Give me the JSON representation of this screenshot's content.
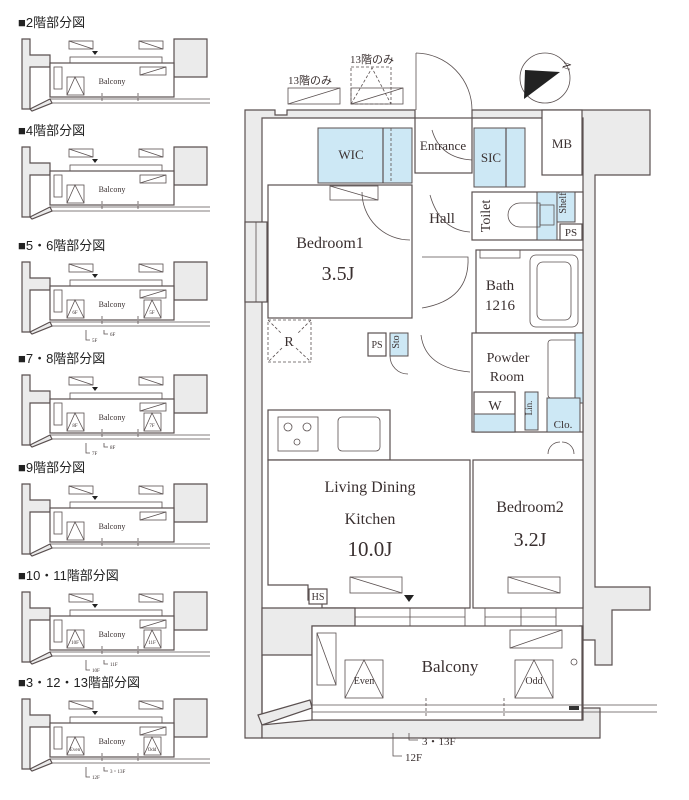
{
  "mini_plans": [
    {
      "title": "■2階部分図",
      "balcony": "Balcony",
      "hatch_left": "",
      "hatch_right": "",
      "callout_a": "",
      "callout_b": ""
    },
    {
      "title": "■4階部分図",
      "balcony": "Balcony",
      "hatch_left": "",
      "hatch_right": "",
      "callout_a": "",
      "callout_b": ""
    },
    {
      "title": "■5・6階部分図",
      "balcony": "Balcony",
      "hatch_left": "6F",
      "hatch_right": "5F",
      "callout_a": "6F",
      "callout_b": "5F"
    },
    {
      "title": "■7・8階部分図",
      "balcony": "Balcony",
      "hatch_left": "8F",
      "hatch_right": "7F",
      "callout_a": "8F",
      "callout_b": "7F"
    },
    {
      "title": "■9階部分図",
      "balcony": "Balcony",
      "hatch_left": "",
      "hatch_right": "",
      "callout_a": "",
      "callout_b": ""
    },
    {
      "title": "■10・11階部分図",
      "balcony": "Balcony",
      "hatch_left": "10F",
      "hatch_right": "11F",
      "callout_a": "11F",
      "callout_b": "10F"
    },
    {
      "title": "■3・12・13階部分図",
      "balcony": "Balcony",
      "hatch_left": "Even",
      "hatch_right": "Odd",
      "callout_a": "3・13F",
      "callout_b": "12F"
    }
  ],
  "main_plan": {
    "note_13f_left": "13階のみ",
    "note_13f_right": "13階のみ",
    "compass_label": "N",
    "rooms": {
      "wic": "WIC",
      "entrance": "Entrance",
      "sic": "SIC",
      "mb": "MB",
      "hall": "Hall",
      "toilet": "Toilet",
      "shelf": "Shelf",
      "ps_toilet": "PS",
      "bedroom1": "Bedroom1",
      "bedroom1_size": "3.5J",
      "bath": "Bath",
      "bath_size": "1216",
      "powder_room_1": "Powder",
      "powder_room_2": "Room",
      "washer": "W",
      "linen": "Lin.",
      "closet": "Clo.",
      "refrigerator": "R",
      "ps": "PS",
      "storage": "Sto",
      "ldk_1": "Living Dining",
      "ldk_2": "Kitchen",
      "ldk_size": "10.0J",
      "bedroom2": "Bedroom2",
      "bedroom2_size": "3.2J",
      "hs": "HS",
      "balcony": "Balcony",
      "even": "Even",
      "odd": "Odd"
    },
    "callout_3_13f": "3・13F",
    "callout_12f": "12F"
  },
  "colors": {
    "closet_blue": "#cde8f5",
    "wall_gray": "#ebebeb",
    "line": "#5a5050"
  }
}
